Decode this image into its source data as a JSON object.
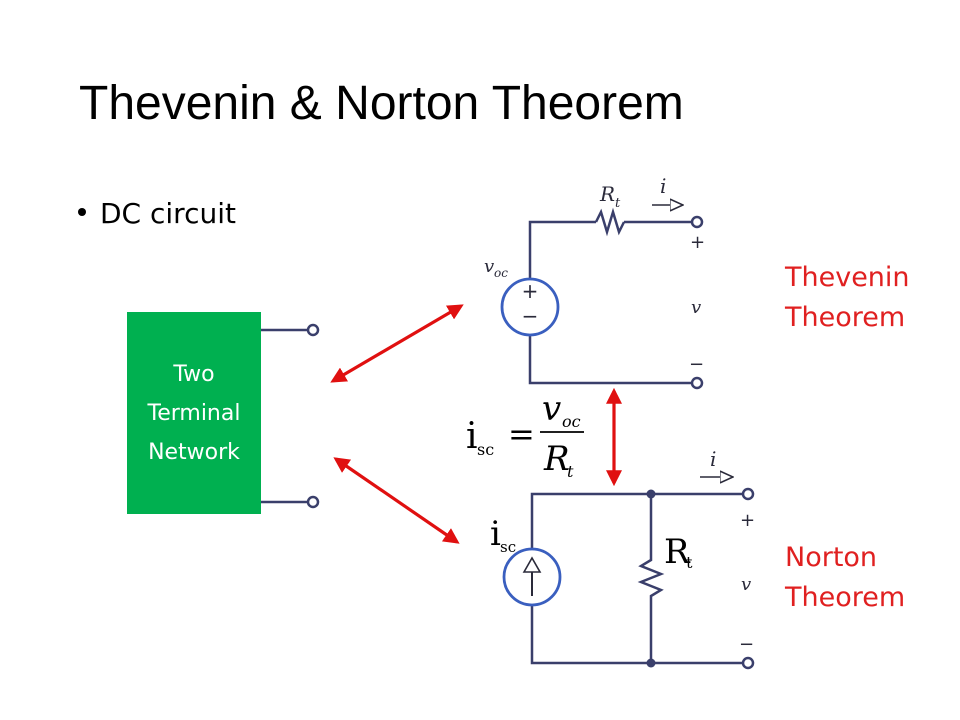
{
  "slide": {
    "title": "Thevenin & Norton Theorem",
    "bullet": "DC circuit"
  },
  "network_box": {
    "lines": [
      "Two",
      "Terminal",
      "Network"
    ],
    "color": "#00b050"
  },
  "labels": {
    "thevenin": [
      "Thevenin",
      "Theorem"
    ],
    "norton": [
      "Norton",
      "Theorem"
    ],
    "color": "#e02020"
  },
  "thevenin_circuit": {
    "source": "v",
    "source_sub": "oc",
    "resistor": "R",
    "resistor_sub": "t",
    "current": "i",
    "plus": "+",
    "minus": "−",
    "voltage": "v"
  },
  "equation": {
    "lhs": "i",
    "lhs_sub": "sc",
    "equals": "=",
    "num": "v",
    "num_sub": "oc",
    "den": "R",
    "den_sub": "t"
  },
  "norton_circuit": {
    "source": "i",
    "source_sub": "sc",
    "resistor": "R",
    "resistor_sub": "t",
    "current": "i",
    "plus": "+",
    "minus": "−",
    "voltage": "v"
  },
  "colors": {
    "wire": "#3a3f6b",
    "terminal": "#3a3f6b",
    "arrow": "#e01010",
    "source_fill": "#ffffff",
    "source_stroke": "#3a5fbf"
  }
}
